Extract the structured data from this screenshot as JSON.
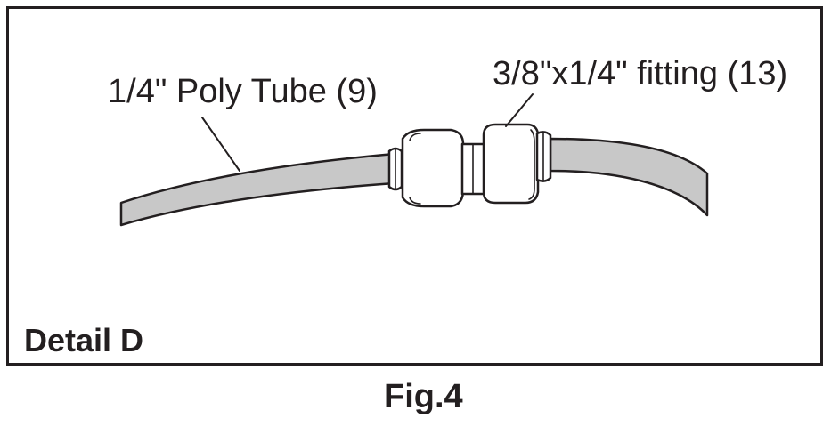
{
  "callouts": {
    "tube": "1/4\" Poly Tube (9)",
    "fitting": "3/8\"x1/4\" fitting (13)"
  },
  "detail_label": "Detail D",
  "figure_caption": "Fig.4",
  "colors": {
    "line": "#231f20",
    "tube_fill": "#c8c8c8",
    "fitting_fill": "#ffffff",
    "background": "#ffffff"
  }
}
